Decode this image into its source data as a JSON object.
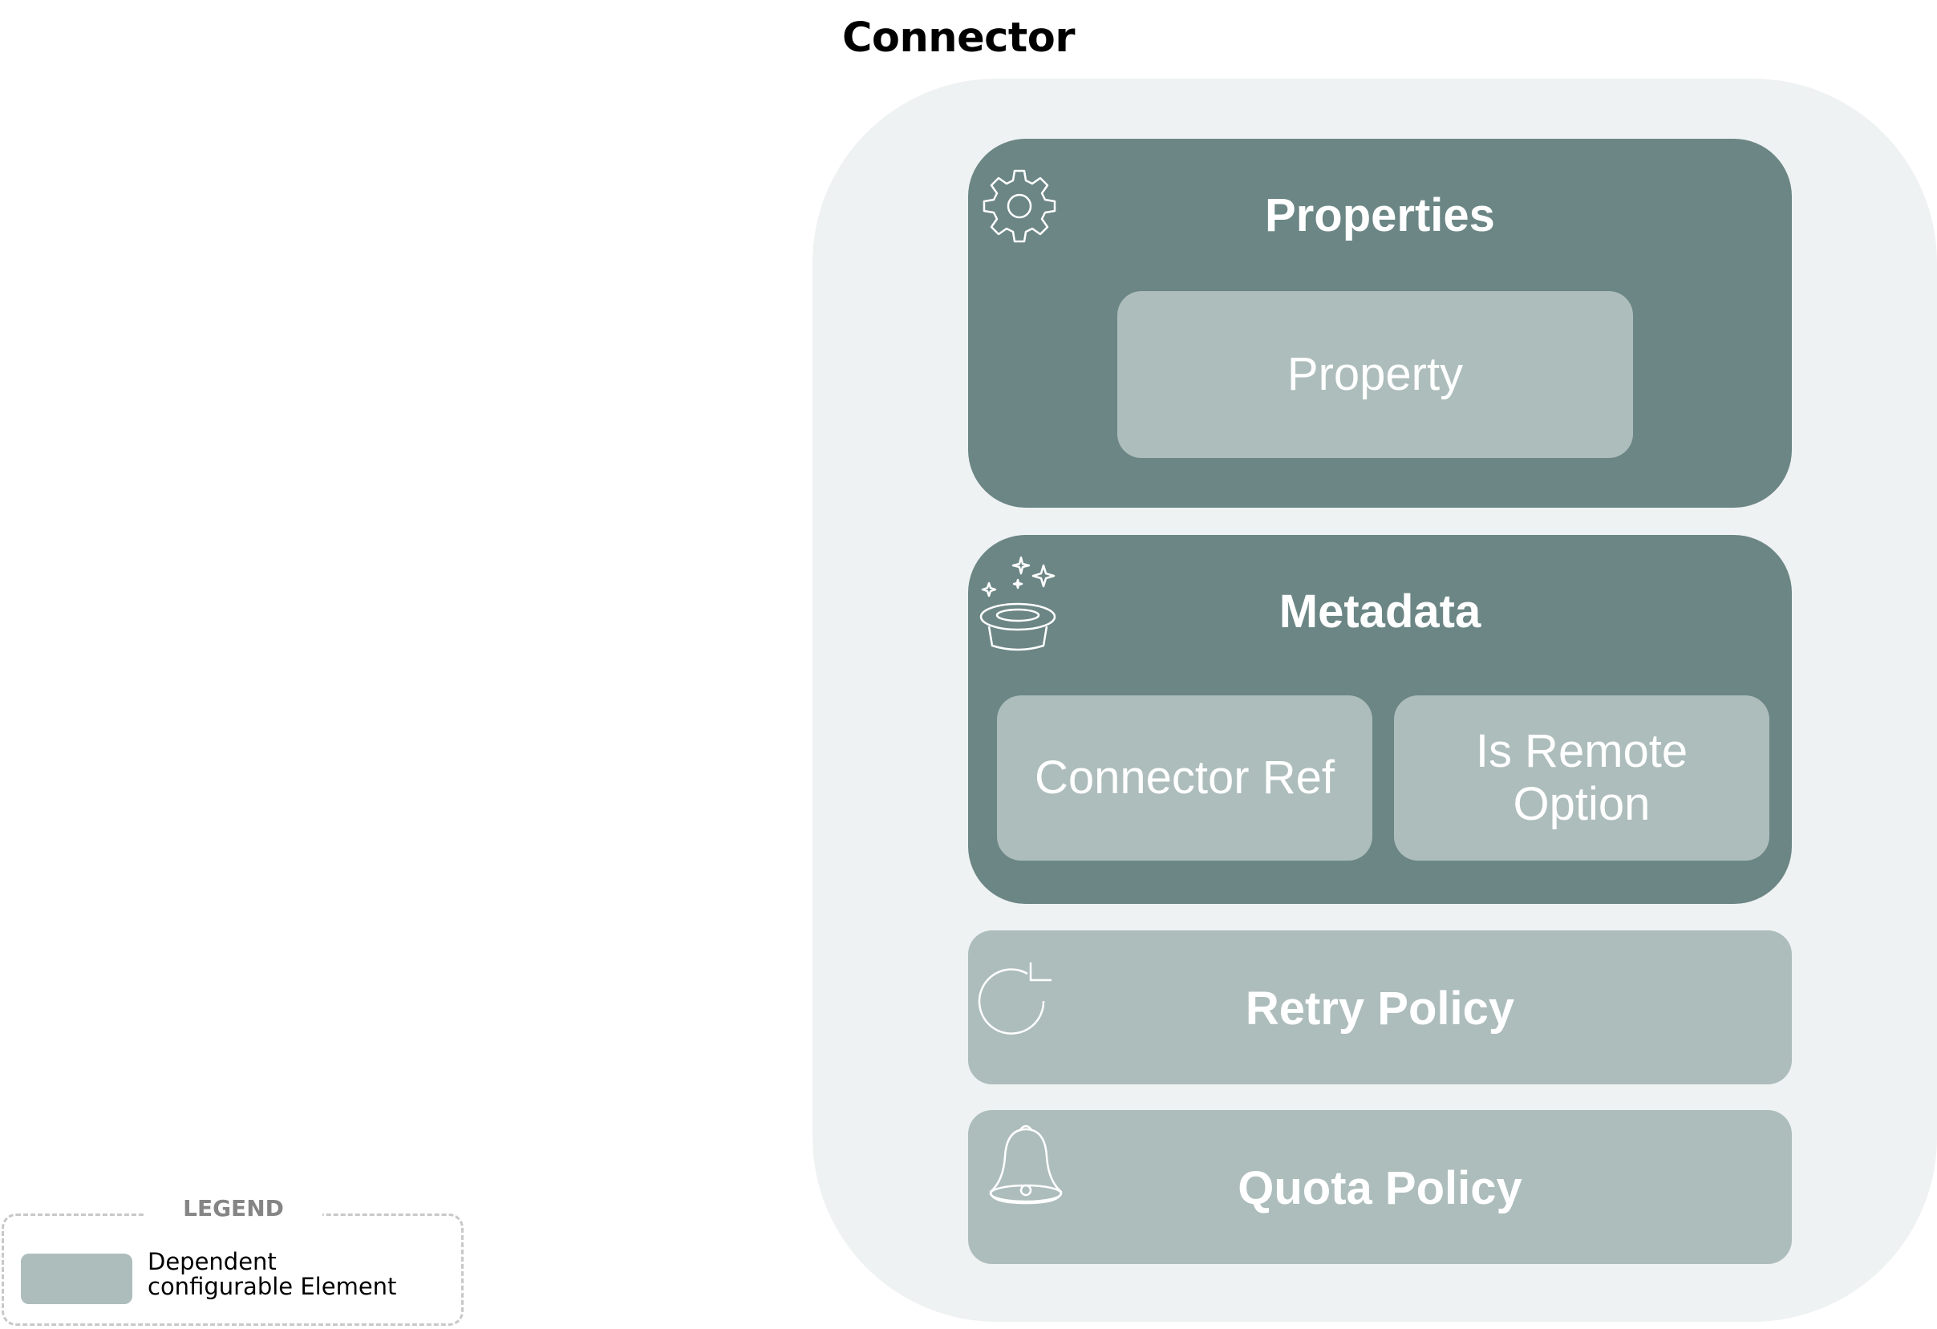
{
  "title": "Connector",
  "cards": {
    "properties": {
      "heading": "Properties",
      "icon": "gear-icon",
      "child": "Property"
    },
    "metadata": {
      "heading": "Metadata",
      "icon": "magic-hat-icon",
      "children": [
        "Connector Ref",
        "Is Remote Option"
      ]
    },
    "retry": {
      "heading": "Retry Policy",
      "icon": "refresh-icon"
    },
    "quota": {
      "heading": "Quota Policy",
      "icon": "bell-icon"
    }
  },
  "legend": {
    "title": "LEGEND",
    "items": [
      {
        "label": "Dependent configurable Element",
        "color": "#adbdbc"
      }
    ]
  },
  "colors": {
    "outer_background": "#eff2f2",
    "dark_card": "#6b8685",
    "light_card": "#adbdbc"
  }
}
